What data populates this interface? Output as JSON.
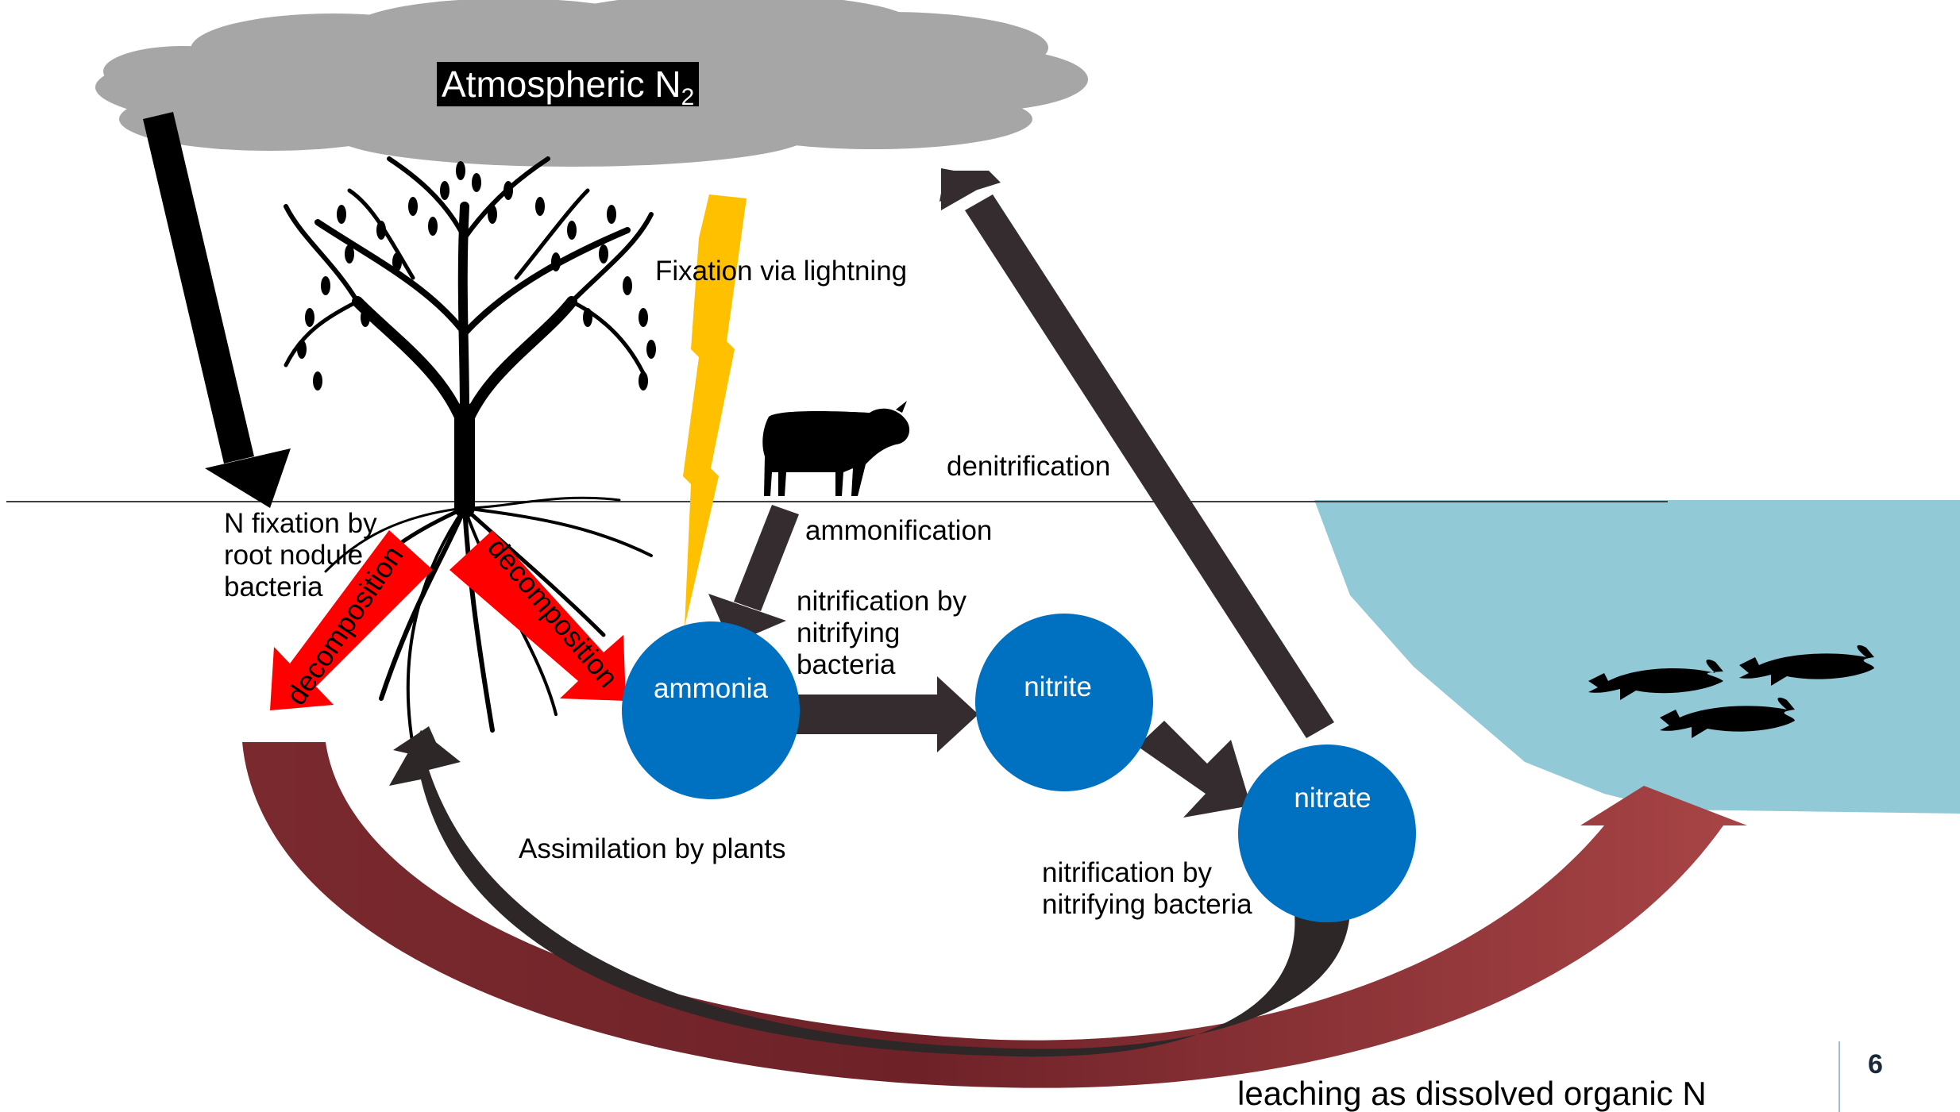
{
  "title": {
    "main": "Atmospheric N",
    "sub": "2"
  },
  "labels": {
    "fixation_lightning": "Fixation via lightning",
    "denitrification": "denitrification",
    "ammonification": "ammonification",
    "root_nodule": "N fixation by\nroot nodule\nbacteria",
    "nitrification_1": "nitrification by\nnitrifying\nbacteria",
    "nitrification_2": "nitrification by\nnitrifying bacteria",
    "assimilation": "Assimilation by plants",
    "leaching": "leaching as dissolved organic N",
    "decomposition_left": "decomposition",
    "decomposition_right": "decomposition"
  },
  "nodes": {
    "ammonia": "ammonia",
    "nitrite": "nitrite",
    "nitrate": "nitrate"
  },
  "page_number": "6",
  "colors": {
    "cloud": "#a6a6a6",
    "node_blue": "#0070c0",
    "arrow_dark": "#352c2f",
    "arrow_red": "#ff0000",
    "arrow_brown": "#a33c3c",
    "water": "#92c9d6",
    "lightning": "#ffc000"
  },
  "icons": [
    "cloud-icon",
    "tree-icon",
    "lightning-icon",
    "cow-icon",
    "fish-icon"
  ]
}
